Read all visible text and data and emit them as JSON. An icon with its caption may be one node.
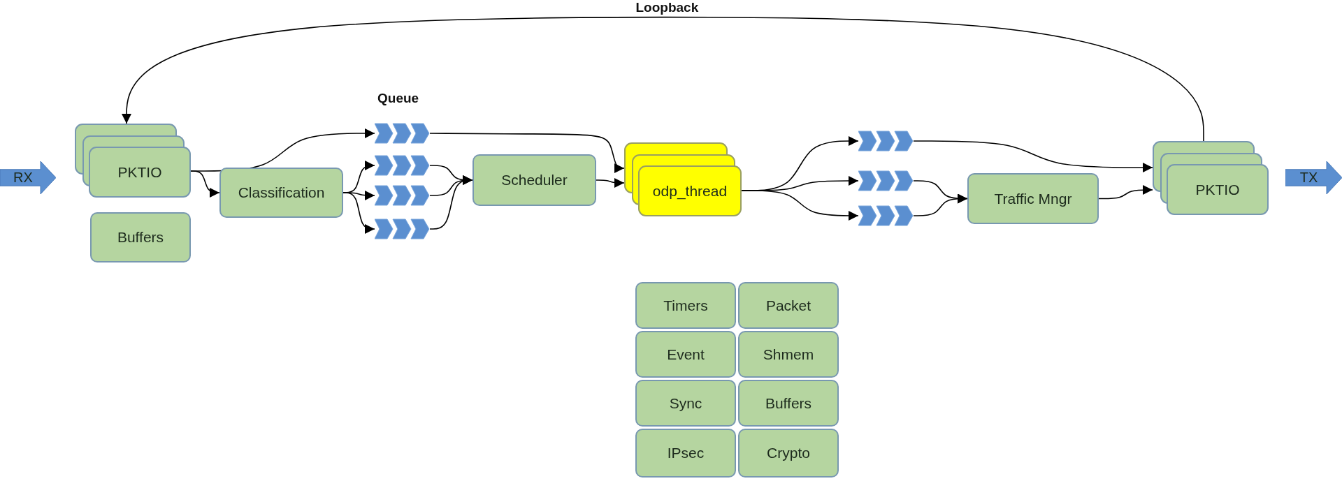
{
  "diagram": {
    "nodes": [
      {
        "text": [
          "RX"
        ]
      },
      {
        "text": [
          "PKTIO"
        ]
      },
      {
        "text": [
          "Buffers"
        ]
      },
      {
        "text": [
          "Classification"
        ]
      },
      {
        "text": [],
        "shape": "chevrons"
      },
      {
        "text": [],
        "shape": "chevrons"
      },
      {
        "text": [],
        "shape": "chevrons"
      },
      {
        "text": [],
        "shape": "chevrons"
      },
      {
        "text": [
          "Scheduler"
        ]
      },
      {
        "text": [
          "odp_thread"
        ]
      },
      {
        "text": [],
        "shape": "chevrons"
      },
      {
        "text": [],
        "shape": "chevrons"
      },
      {
        "text": [],
        "shape": "chevrons"
      },
      {
        "text": [
          "Traffic Mngr"
        ]
      },
      {
        "text": [
          "PKTIO"
        ]
      },
      {
        "text": [
          "TX"
        ]
      },
      {
        "text": [
          "Timers"
        ]
      },
      {
        "text": [
          "Packet"
        ]
      },
      {
        "text": [
          "Event"
        ]
      },
      {
        "text": [
          "Shmem"
        ]
      },
      {
        "text": [
          "Sync"
        ]
      },
      {
        "text": [
          "Buffers"
        ]
      },
      {
        "text": [
          "IPsec"
        ]
      },
      {
        "text": [
          "Crypto"
        ]
      }
    ],
    "edges": [
      {
        "from": 1,
        "to": 3,
        "arrow": "to"
      },
      {
        "from": 1,
        "to": 4,
        "arrow": "to"
      },
      {
        "from": 3,
        "to": 5,
        "arrow": "to"
      },
      {
        "from": 3,
        "to": 6,
        "arrow": "to"
      },
      {
        "from": 3,
        "to": 7,
        "arrow": "to"
      },
      {
        "from": 5,
        "to": 8,
        "arrow": "to"
      },
      {
        "from": 6,
        "to": 8,
        "arrow": "to"
      },
      {
        "from": 7,
        "to": 8,
        "arrow": "to"
      },
      {
        "from": 4,
        "to": 9,
        "arrow": "to"
      },
      {
        "from": 8,
        "to": 9,
        "arrow": "to"
      },
      {
        "from": 9,
        "to": 10,
        "arrow": "to"
      },
      {
        "from": 9,
        "to": 11,
        "arrow": "to"
      },
      {
        "from": 9,
        "to": 12,
        "arrow": "to"
      },
      {
        "from": 10,
        "to": 14,
        "arrow": "to"
      },
      {
        "from": 11,
        "to": 13,
        "arrow": "to"
      },
      {
        "from": 12,
        "to": 13,
        "arrow": "to"
      },
      {
        "from": 13,
        "to": 14,
        "arrow": "to"
      },
      {
        "from": 14,
        "to": 1,
        "arrow": "to",
        "label": "Loopback"
      }
    ],
    "labels": [
      "Queue"
    ]
  }
}
